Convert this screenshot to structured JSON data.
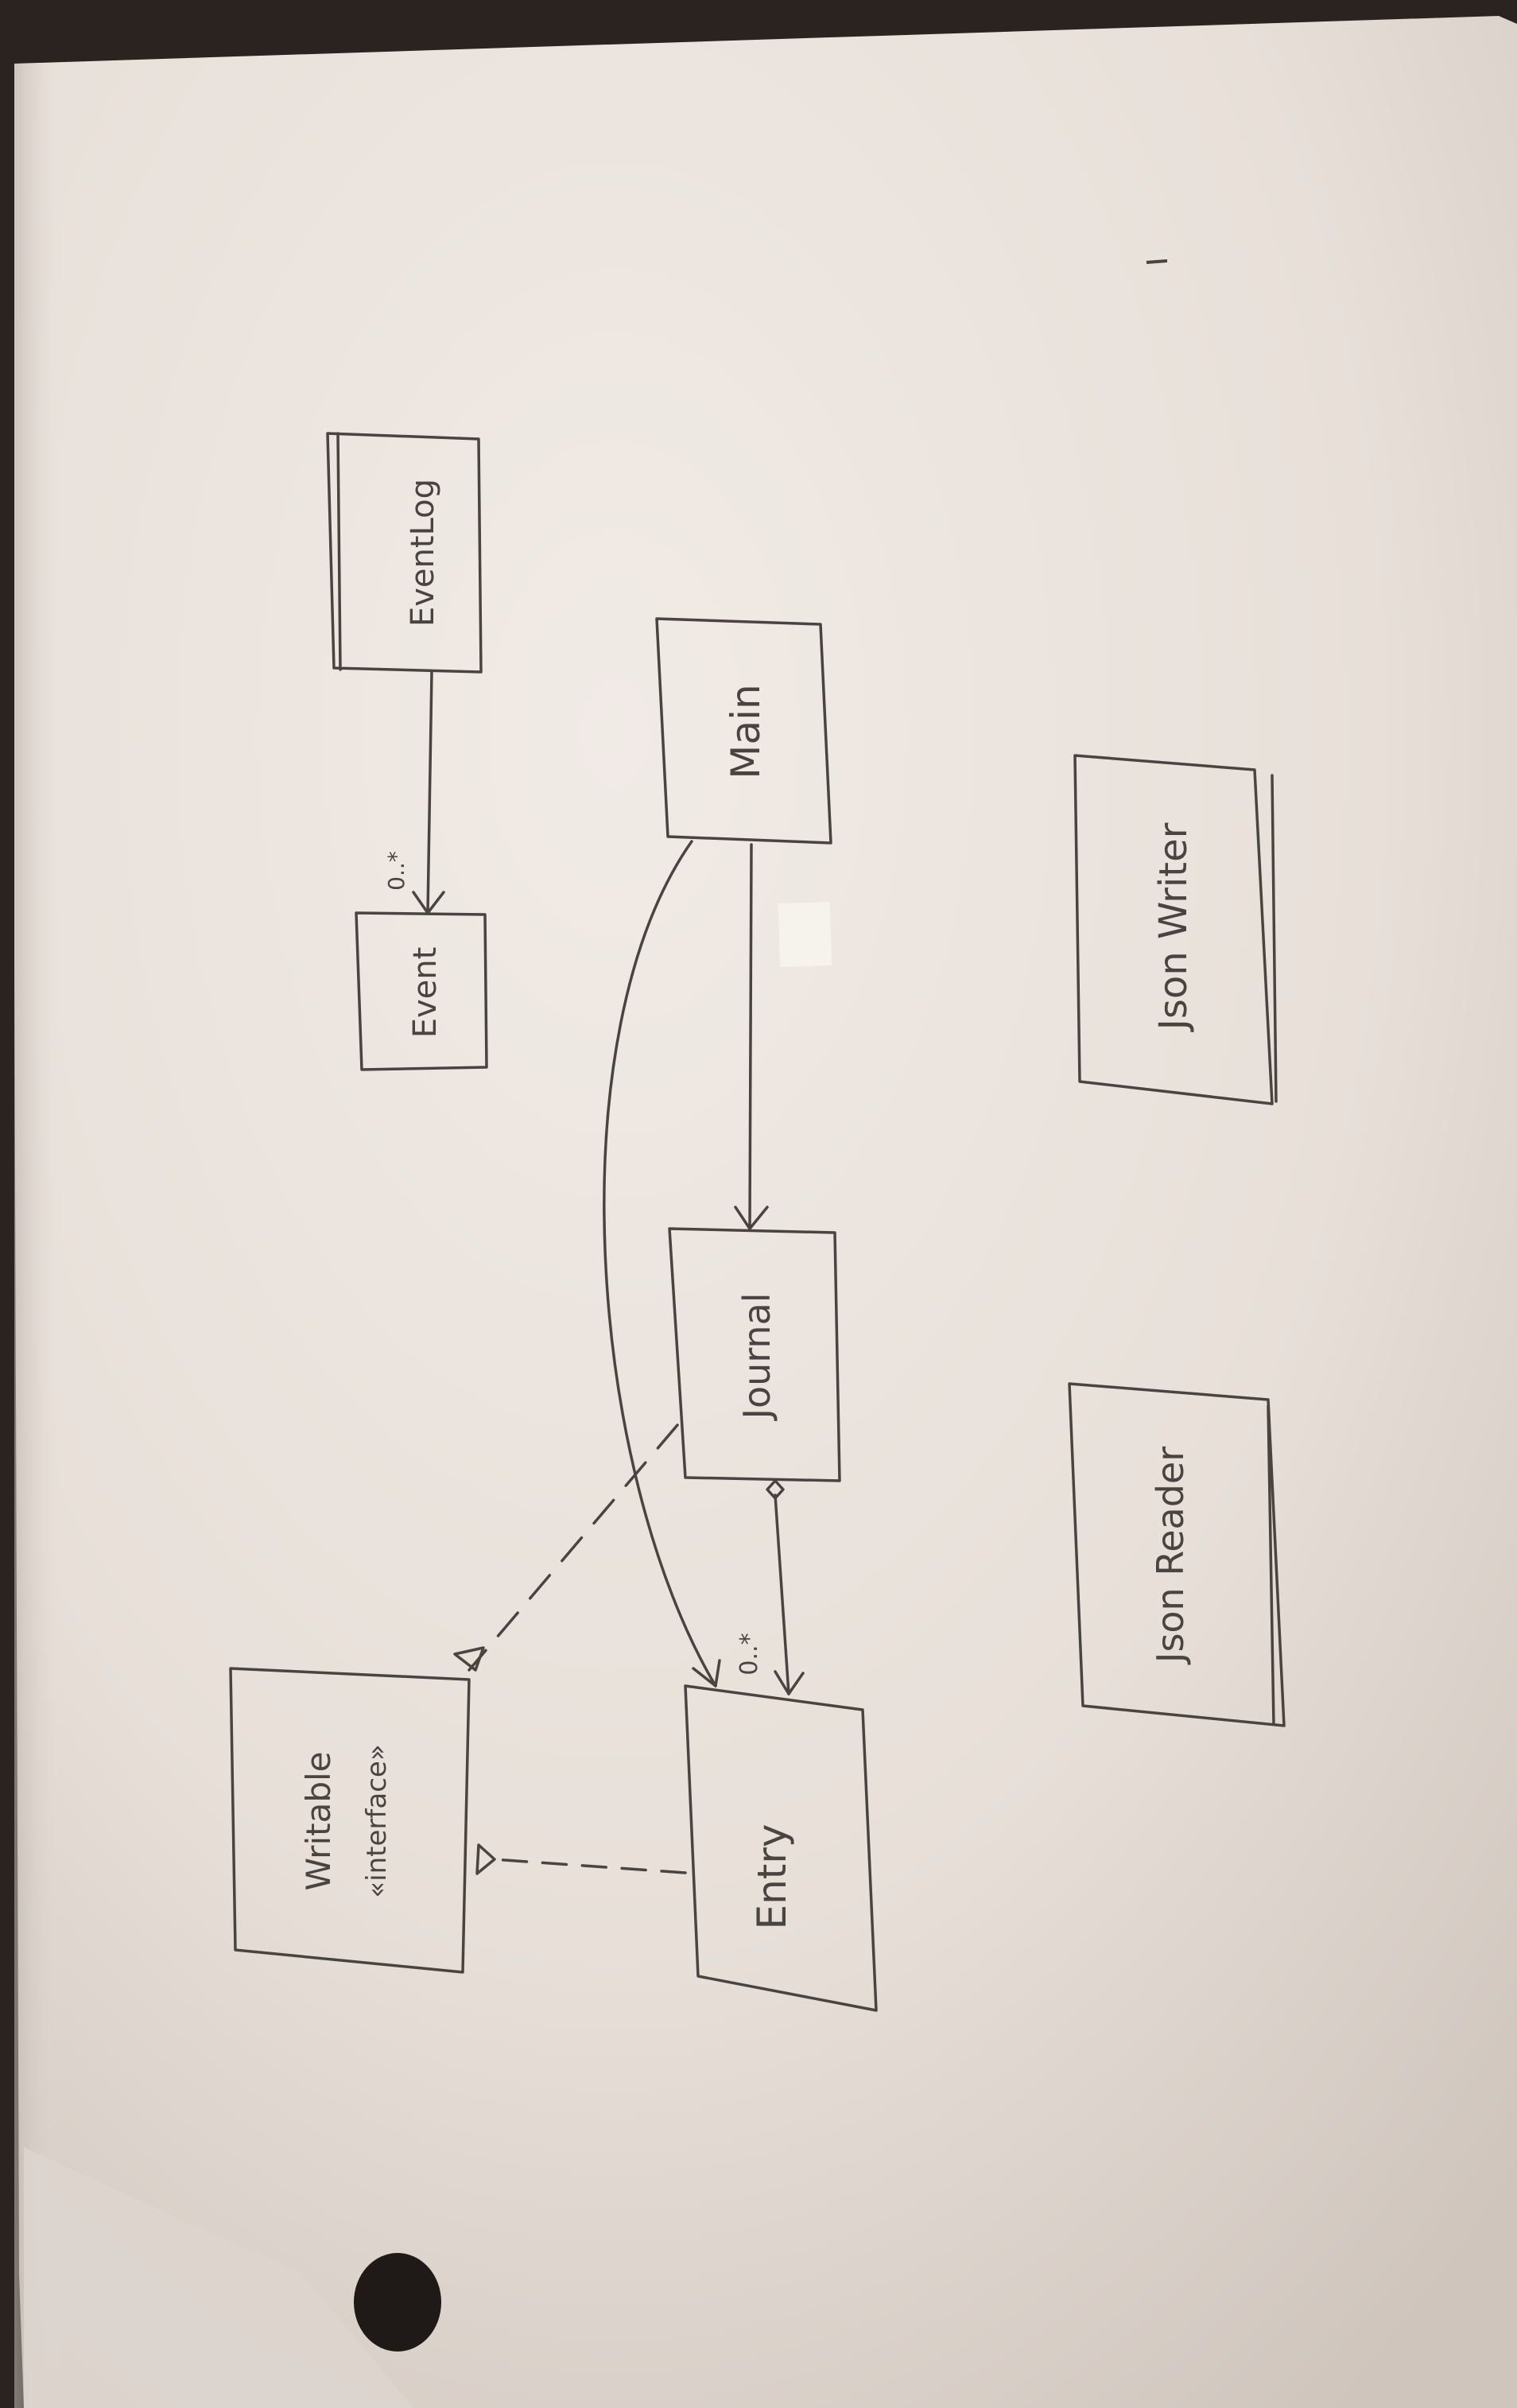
{
  "diagram": {
    "classes": {
      "event_log": {
        "name": "EventLog"
      },
      "event": {
        "name": "Event"
      },
      "main": {
        "name": "Main"
      },
      "journal": {
        "name": "Journal"
      },
      "entry": {
        "name": "Entry"
      },
      "writable": {
        "name": "Writable",
        "stereotype": "«interface»"
      },
      "json_writer": {
        "name": "Json Writer"
      },
      "json_reader": {
        "name": "Json Reader"
      }
    },
    "relationships": {
      "eventlog_event": {
        "multiplicity": "0..*"
      },
      "journal_entry": {
        "multiplicity": "0..*"
      }
    }
  },
  "colors": {
    "paper": "#e9e2dc",
    "ink": "#4a4440",
    "background": "#2a2320"
  }
}
